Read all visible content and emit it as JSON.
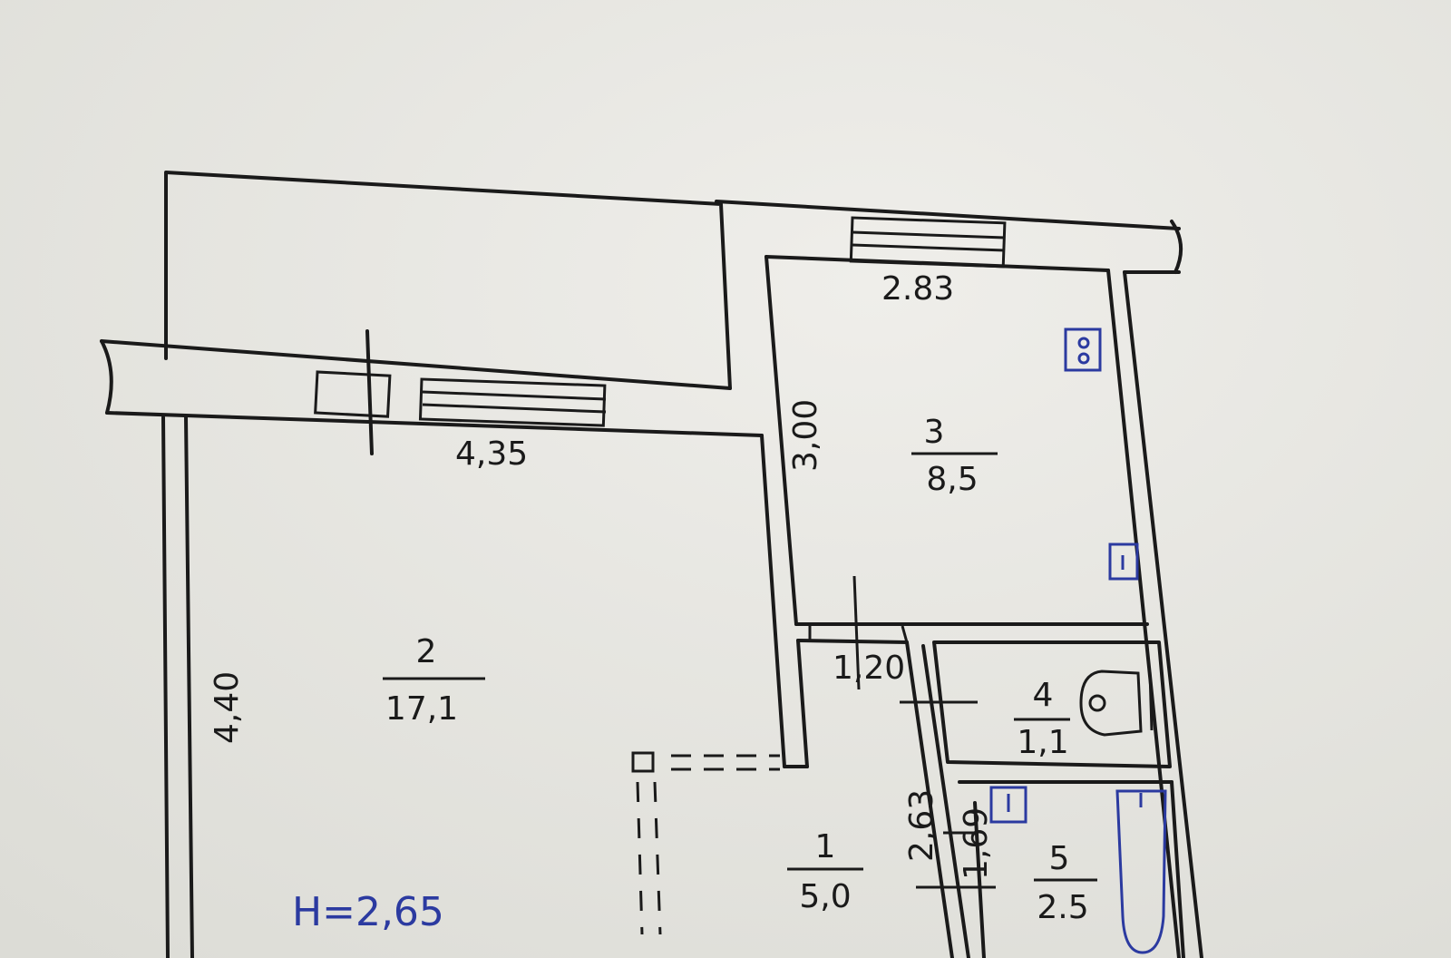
{
  "plan": {
    "dimensions": {
      "room3_width": "2.83",
      "room2_width": "4,35",
      "room3_length": "3,00",
      "room2_length": "4,40",
      "hall_width": "1,20",
      "hall_length": "2,63",
      "bath_length": "1,69"
    },
    "rooms": [
      {
        "number": "1",
        "area": "5,0"
      },
      {
        "number": "2",
        "area": "17,1"
      },
      {
        "number": "3",
        "area": "8,5"
      },
      {
        "number": "4",
        "area": "1,1"
      },
      {
        "number": "5",
        "area": "2.5"
      }
    ],
    "ceiling_height": "H=2,65"
  },
  "colors": {
    "ink": "#1a1a1a",
    "blue_ink": "#2b3aa0",
    "paper": "#e9e8e2"
  }
}
